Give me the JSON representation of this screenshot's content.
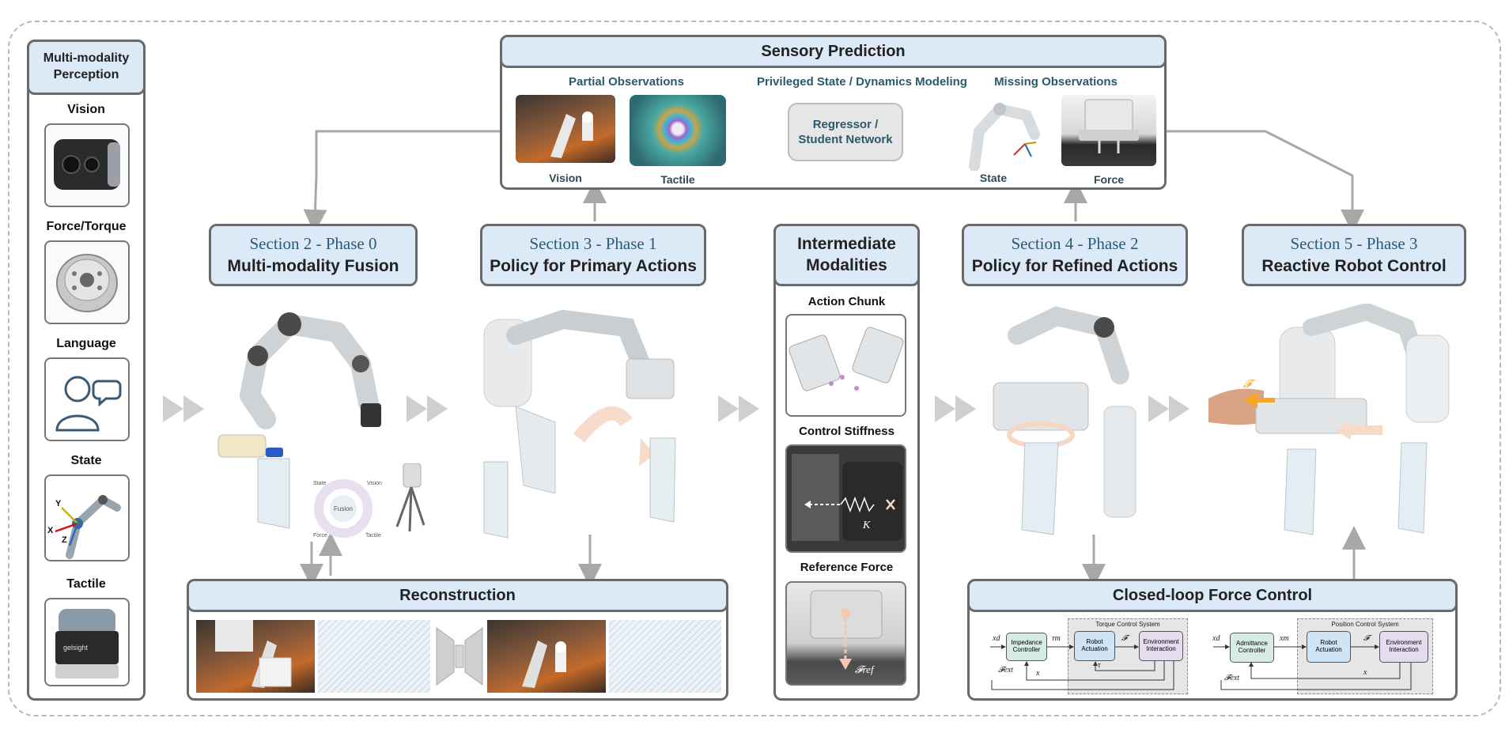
{
  "perception": {
    "title": "Multi-modality Perception",
    "items": [
      {
        "label": "Vision",
        "icon": "camera-icon"
      },
      {
        "label": "Force/Torque",
        "icon": "force-sensor-icon"
      },
      {
        "label": "Language",
        "icon": "person-speech-icon"
      },
      {
        "label": "State",
        "icon": "robot-arm-icon"
      },
      {
        "label": "Tactile",
        "icon": "gelsight-sensor-icon"
      }
    ],
    "axis_labels": [
      "Y",
      "X",
      "Z"
    ],
    "tactile_brand": "gelsight"
  },
  "sensory": {
    "title": "Sensory Prediction",
    "partial": "Partial Observations",
    "privileged": "Privileged State / Dynamics Modeling",
    "missing": "Missing Observations",
    "vision": "Vision",
    "tactile": "Tactile",
    "regressor": "Regressor / Student Network",
    "state": "State",
    "force": "Force"
  },
  "phases": [
    {
      "section": "Section 2 - Phase  0",
      "title": "Multi-modality Fusion"
    },
    {
      "section": "Section 3 - Phase  1",
      "title": "Policy for Primary Actions"
    },
    {
      "section": "Section 4 - Phase  2",
      "title": "Policy for Refined Actions"
    },
    {
      "section": "Section 5 - Phase  3",
      "title": "Reactive Robot Control"
    }
  ],
  "fusion_wheel": {
    "center": "Fusion",
    "state": "State",
    "vision": "Vision",
    "force": "Force",
    "tactile": "Tactile"
  },
  "intermediate": {
    "title": "Intermediate Modalities",
    "items": [
      "Action Chunk",
      "Control Stiffness",
      "Reference Force"
    ],
    "stiffness_symbol": "K",
    "ref_force_symbol": "𝓕ref"
  },
  "phase3_force_symbol": "𝓕",
  "reconstruction": {
    "title": "Reconstruction"
  },
  "force_control": {
    "title": "Closed-loop Force Control",
    "left": {
      "system": "Torque Control System",
      "controller": "Impedance Controller",
      "actuation": "Robot Actuation",
      "environment": "Environment Interaction",
      "in": "xd",
      "mid": "τm",
      "f": "𝓕",
      "fb_inner": "τ",
      "fb_x": "x",
      "ext": "𝓕ext"
    },
    "right": {
      "system": "Position Control System",
      "controller": "Admittance Controller",
      "actuation": "Robot Actuation",
      "environment": "Environment Interaction",
      "in": "xd",
      "mid": "xm",
      "f": "𝓕",
      "fb_x": "x",
      "ext": "𝓕ext"
    }
  },
  "colors": {
    "header_fill": "#dce9f6",
    "border": "#6a6a6a",
    "arrow": "#a8a8a8",
    "teal_text": "#2a5a6a",
    "orange": "#f5a623",
    "controller_fill": "#d8ece6",
    "actuation_fill": "#cfe4f5",
    "environment_fill": "#e6dcf0"
  }
}
